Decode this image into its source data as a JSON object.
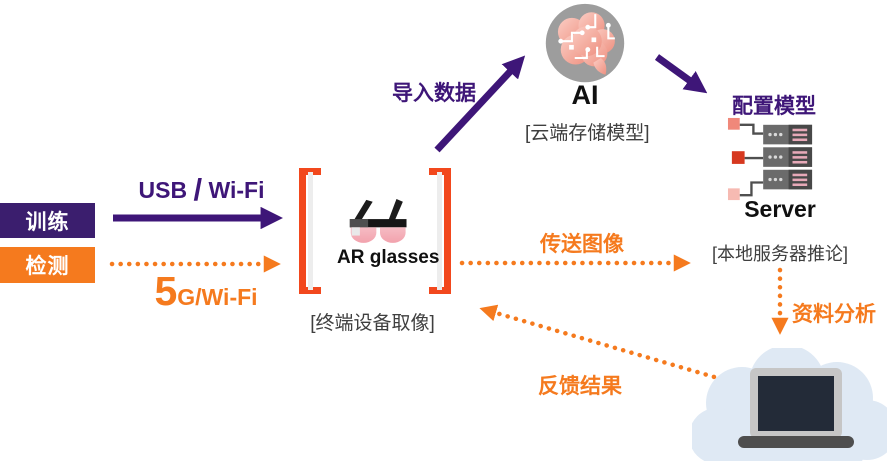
{
  "colors": {
    "purple": "#3E1678",
    "purple_badge": "#3B1E6E",
    "orange": "#F57A1E",
    "bracket_orange": "#F2481D",
    "gray_text": "#3F3F3F",
    "brain_pink": "#EF9484",
    "server_red": "#D6381F",
    "cloud_blue": "#DFE9F4"
  },
  "badges": {
    "train": "训练",
    "detect": "检测"
  },
  "flows": {
    "usb": {
      "part1": "USB",
      "slash": "/",
      "part2": "Wi-Fi"
    },
    "fiveg": {
      "big": "5",
      "rest": "G/Wi-Fi"
    },
    "import_data": "导入数据",
    "configure_model": "配置模型",
    "send_image": "传送图像",
    "data_analysis": "资料分析",
    "feedback_result": "反馈结果"
  },
  "nodes": {
    "ar_glasses": {
      "label": "AR glasses",
      "sublabel": "[终端设备取像]"
    },
    "ai": {
      "label": "AI",
      "sublabel": "[云端存储模型]"
    },
    "server": {
      "label": "Server",
      "sublabel": "[本地服务器推论]"
    }
  },
  "icons": {
    "ar_glasses": "ar-glasses-icon",
    "ai": "ai-brain-circuit-icon",
    "server": "server-rack-icon",
    "laptop_cloud": "laptop-in-cloud-icon",
    "brackets": "capture-brackets"
  }
}
